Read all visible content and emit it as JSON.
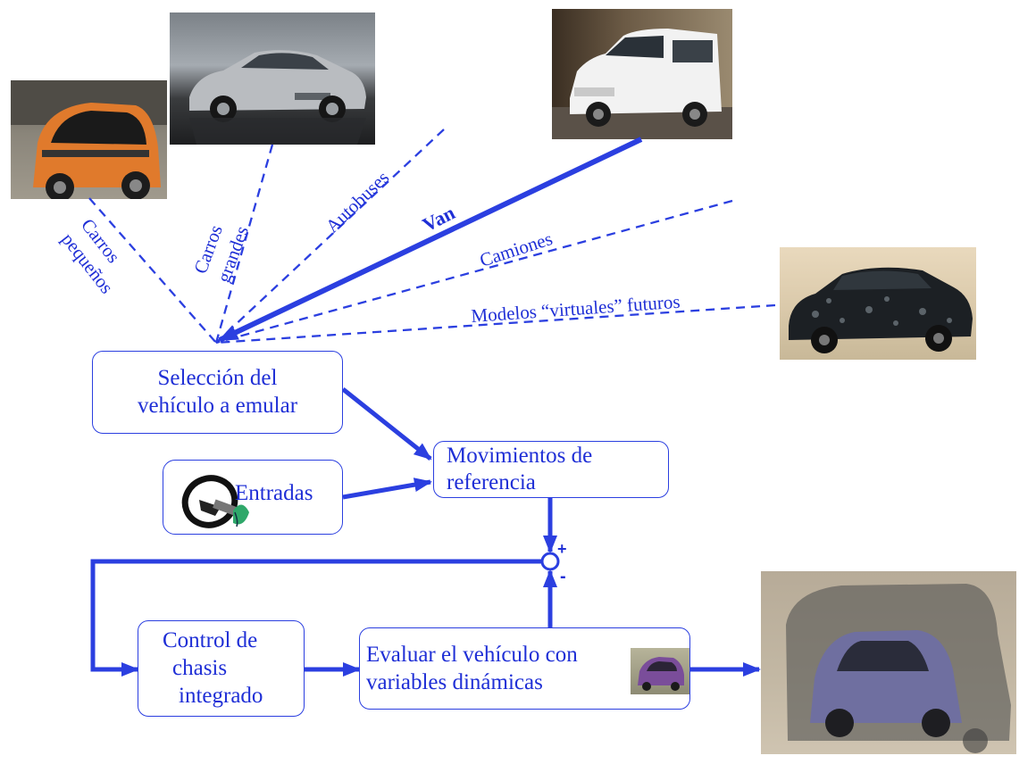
{
  "colors": {
    "accent": "#1f2fd6",
    "line": "#2b3fe0"
  },
  "photos": {
    "small_car": "photo of orange small car",
    "large_car": "photo of silver large sedan",
    "van": "photo of white van",
    "future_car": "photo of camouflaged prototype car",
    "overlay": "render of car inside van silhouette",
    "thumb": "thumbnail of purple car"
  },
  "rays": {
    "small_cars": [
      "Carros",
      "pequeños"
    ],
    "large_cars": [
      "Carros",
      "grandes"
    ],
    "buses": "Autobuses",
    "van": "Van",
    "trucks": "Camiones",
    "future": "Modelos “virtuales” futuros"
  },
  "boxes": {
    "selection": [
      "Selección del",
      "vehículo a emular"
    ],
    "inputs": "Entradas",
    "reference": [
      "Movimientos de",
      "referencia"
    ],
    "control": [
      "Control de",
      "chasis",
      "integrado"
    ],
    "evaluate": [
      "Evaluar el vehículo con",
      "variables dinámicas"
    ]
  },
  "sum": {
    "plus": "+",
    "minus": "-"
  }
}
